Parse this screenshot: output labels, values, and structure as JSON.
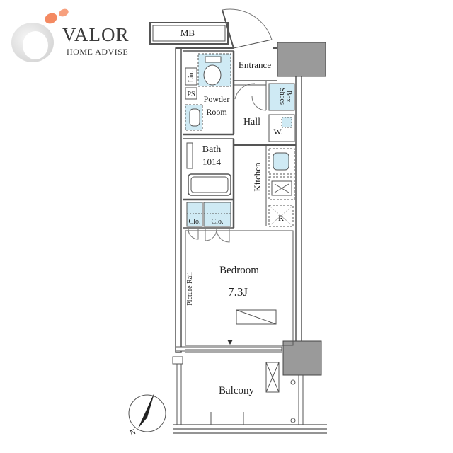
{
  "brand": {
    "name": "VALOR",
    "subtitle": "HOME ADVISE",
    "accent_color": "#f26a3d"
  },
  "rooms": {
    "mb": "MB",
    "entrance": "Entrance",
    "powder_room_line1": "Powder",
    "powder_room_line2": "Room",
    "hall": "Hall",
    "bath": "Bath",
    "bath_size": "1014",
    "kitchen": "Kitchen",
    "bedroom": "Bedroom",
    "bedroom_size": "7.3J",
    "balcony": "Balcony"
  },
  "fixtures": {
    "linen": "Lin.",
    "pipe_space": "PS",
    "shoes_box_line1": "Shoes",
    "shoes_box_line2": "Box",
    "washer": "W.",
    "refrigerator": "R",
    "closet_1": "Clo.",
    "closet_2": "Clo.",
    "picture_rail": "Picture Rail"
  },
  "compass": {
    "north_label": "N",
    "icon": "compass-north-icon"
  },
  "colors": {
    "fixture_fill": "#cfeaf4",
    "wall": "#555555"
  }
}
